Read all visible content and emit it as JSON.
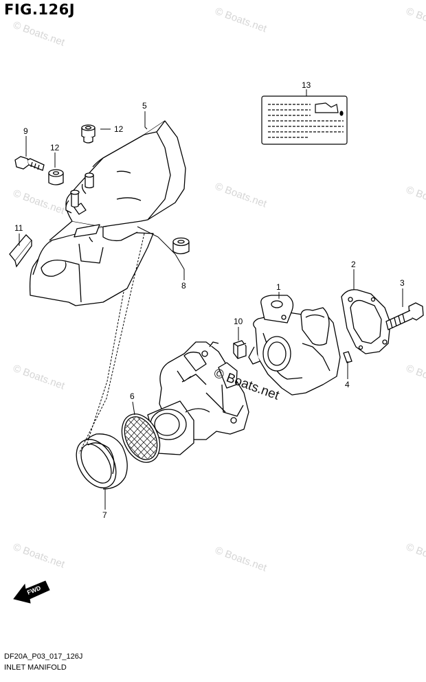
{
  "figure": {
    "title": "FIG.126J",
    "code": "DF20A_P03_017_126J",
    "name": "INLET MANIFOLD"
  },
  "callouts": [
    "1",
    "2",
    "3",
    "4",
    "5",
    "6",
    "7",
    "8",
    "9",
    "10",
    "11",
    "12",
    "12",
    "13"
  ],
  "watermark": {
    "text": "© Boats.net",
    "main_text": "© Boats.net"
  },
  "direction_label": "FWD",
  "colors": {
    "line": "#000000",
    "watermark": "#d6d6d6",
    "background": "#ffffff"
  }
}
